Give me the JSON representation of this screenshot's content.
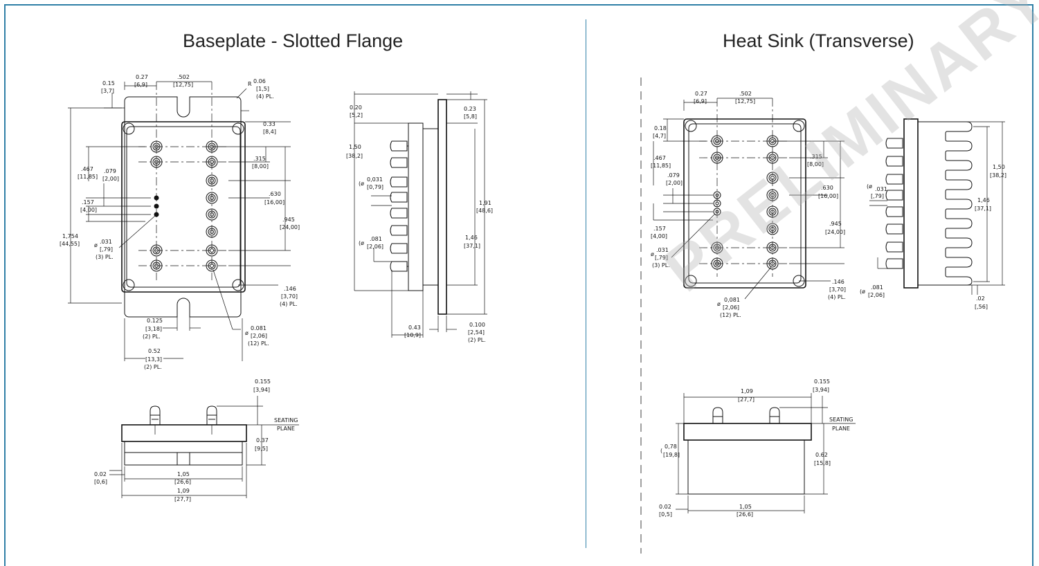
{
  "titles": {
    "left": "Baseplate - Slotted Flange",
    "right": "Heat Sink (Transverse)"
  },
  "watermark": "PRELIMINARY",
  "baseplate_top": {
    "d027": "0.27",
    "d027m": "[6,9]",
    "d502": ".502",
    "d502m": "[12,75]",
    "d015": "0.15",
    "d015m": "[3,7]",
    "r006": "0.06",
    "r006m": "[1,5]",
    "r006n": "(4) PL.",
    "d033": "0.33",
    "d033m": "[8,4]",
    "d315": ".315",
    "d315m": "[8,00]",
    "d467": ".467",
    "d467m": "[11,85]",
    "d079": ".079",
    "d079m": "[2,00]",
    "d630": ".630",
    "d630m": "[16,00]",
    "d157": ".157",
    "d157m": "[4,00]",
    "d945": ".945",
    "d945m": "[24,00]",
    "d1754": "1,754",
    "d1754m": "[44,55]",
    "d031": ".031",
    "d031m": "[,79]",
    "d031n": "(3) PL.",
    "d146": ".146",
    "d146m": "[3,70]",
    "d146n": "(4) PL.",
    "d0125": "0.125",
    "d0125m": "[3,18]",
    "d0125n": "(2) PL.",
    "d0081": "0.081",
    "d0081m": "[2,06]",
    "d0081n": "(12) PL.",
    "d052": "0.52",
    "d052m": "[13,3]",
    "d052n": "(2) PL."
  },
  "baseplate_side": {
    "d020": "0.20",
    "d020m": "[5,2]",
    "d023": "0.23",
    "d023m": "[5,8]",
    "d150": "1,50",
    "d150m": "[38,2]",
    "d0031": "0,031",
    "d0031m": "[0,79]",
    "d191": "1,91",
    "d191m": "[48,6]",
    "d146": "1,46",
    "d146m": "[37,1]",
    "d081": ".081",
    "d081m": "[2,06]",
    "d043": "0.43",
    "d043m": "[10,9]",
    "d0100": "0.100",
    "d0100m": "[2,54]",
    "d0100n": "(2) PL."
  },
  "baseplate_front": {
    "d0155": "0.155",
    "d0155m": "[3,94]",
    "seating": "SEATING",
    "plane": "PLANE",
    "d037": "0.37",
    "d037m": "[9,5]",
    "d002": "0.02",
    "d002m": "[0,6]",
    "d105": "1,05",
    "d105m": "[26,6]",
    "d109": "1,09",
    "d109m": "[27,7]"
  },
  "heatsink_top": {
    "d027": "0.27",
    "d027m": "[6,9]",
    "d502": ".502",
    "d502m": "[12,75]",
    "d018": "0.18",
    "d018m": "[4,7]",
    "d315": ".315",
    "d315m": "[8,00]",
    "d467": ".467",
    "d467m": "[11,85]",
    "d079": ".079",
    "d079m": "[2,00]",
    "d630": ".630",
    "d630m": "[16,00]",
    "d945": ".945",
    "d945m": "[24,00]",
    "d157": ".157",
    "d157m": "[4,00]",
    "d031": ".031",
    "d031m": "[,79]",
    "d031n": "(3) PL.",
    "d146": ".146",
    "d146m": "[3,70]",
    "d146n": "(4) PL.",
    "d0081": "0,081",
    "d0081m": "[2,06]",
    "d0081n": "(12) PL."
  },
  "heatsink_side": {
    "d031": ".031",
    "d031m": "[,79]",
    "d150": "1,50",
    "d150m": "[38,2]",
    "d146": "1,46",
    "d146m": "[37,1]",
    "d081": ".081",
    "d081m": "[2,06]",
    "d002": ".02",
    "d002m": "[,56]"
  },
  "heatsink_front": {
    "d0155": "0.155",
    "d0155m": "[3,94]",
    "d109": "1,09",
    "d109m": "[27,7]",
    "seating": "SEATING",
    "plane": "PLANE",
    "d078": "0,78",
    "d078m": "[19,8]",
    "d062": "0.62",
    "d062m": "[15,8]",
    "d002": "0.02",
    "d002m": "[0,5]",
    "d105": "1,05",
    "d105m": "[26,6]"
  }
}
